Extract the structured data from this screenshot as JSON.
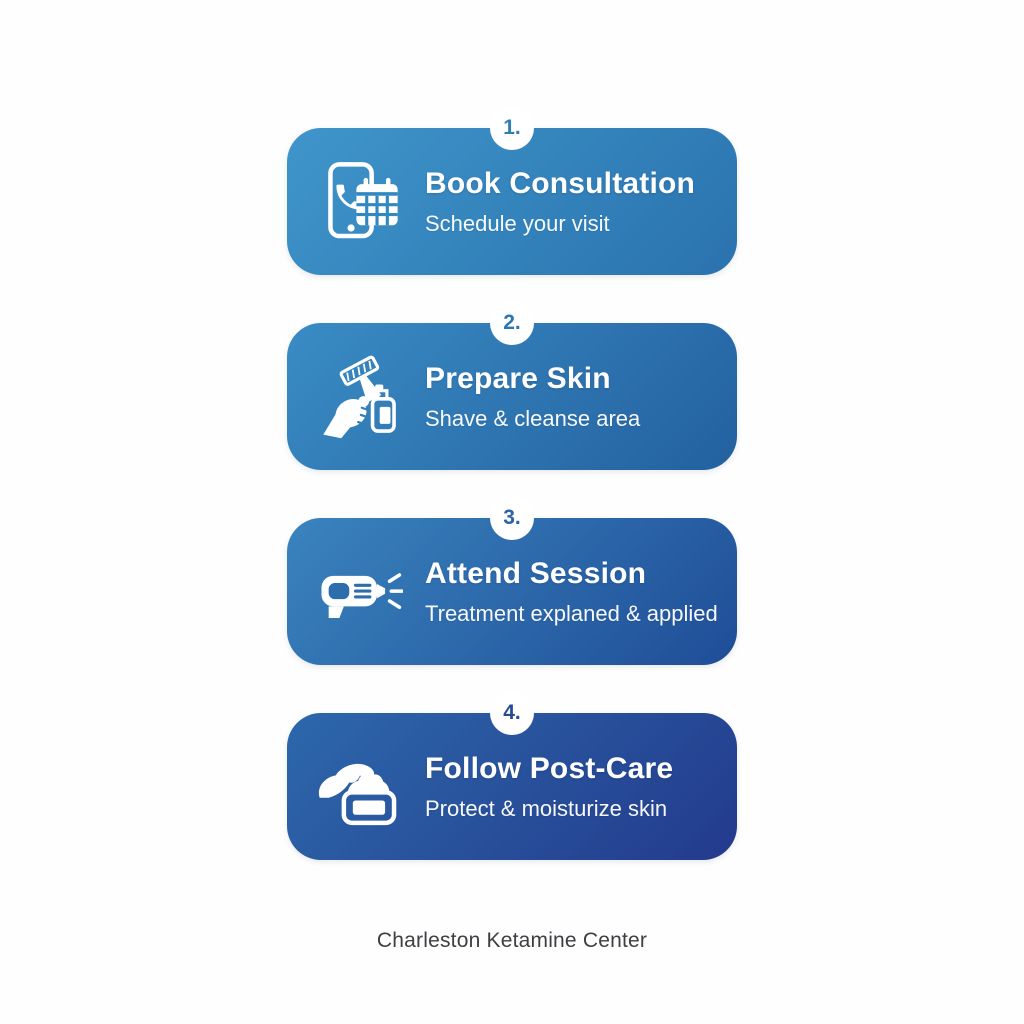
{
  "page": {
    "background": "#fefefe",
    "footer_text": "Charleston Ketamine Center"
  },
  "steps": [
    {
      "number": "1.",
      "title": "Book Consultation",
      "subtitle": "Schedule your visit",
      "icon": "phone-calendar-icon",
      "colors": {
        "from": "#3f96cb",
        "to": "#2a72ae",
        "mid": "#3188c0",
        "number": "#2e7fb8"
      }
    },
    {
      "number": "2.",
      "title": "Prepare Skin",
      "subtitle": "Shave & cleanse area",
      "icon": "razor-bottle-icon",
      "colors": {
        "from": "#3a8cc4",
        "to": "#23609f",
        "mid": "#2f7fb8",
        "number": "#2c77b2"
      }
    },
    {
      "number": "3.",
      "title": "Attend Session",
      "subtitle": "Treatment explaned & applied",
      "icon": "laser-device-icon",
      "colors": {
        "from": "#3a84be",
        "to": "#1f4d97",
        "mid": "#2d6dac",
        "number": "#2a62a6"
      }
    },
    {
      "number": "4.",
      "title": "Follow Post-Care",
      "subtitle": "Protect & moisturize skin",
      "icon": "cream-jar-icon",
      "colors": {
        "from": "#2d68ab",
        "to": "#233a8c",
        "mid": "#28549e",
        "number": "#264b96"
      }
    }
  ]
}
